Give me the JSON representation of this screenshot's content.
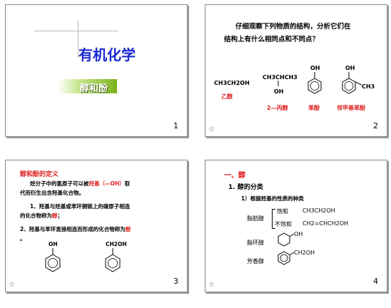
{
  "slides": [
    {
      "number": "1",
      "title": "有机化学",
      "subtitle": "醇和酚"
    },
    {
      "number": "2",
      "star": "☆",
      "question_line1": "仔细观察下列物质的结构，分析它们在",
      "question_line2": "结构上有什么相同点和不同点？",
      "compounds": [
        {
          "formula": "CH3CH2OH",
          "name": "乙醇"
        },
        {
          "formula": "CH3CHCH3",
          "substituent": "OH",
          "name": "2—丙醇"
        },
        {
          "substituent": "OH",
          "name": "苯酚"
        },
        {
          "substituent": "OH",
          "methyl": "CH3",
          "name": "邻甲基苯酚"
        }
      ]
    },
    {
      "number": "3",
      "star": "☆",
      "heading": "醇和酚的定义",
      "para1_prefix": "烃分子中的氢原子可以被",
      "para1_highlight": "羟基（—OH）",
      "para1_suffix": "取",
      "para1_line2": "代而衍生出含羟基化合物。",
      "item1_line1": "1、羟基与烃基或苯环侧链上的碳原子相连",
      "item1_line2_prefix": "的化合物称为",
      "item1_highlight": "醇",
      "item1_end": "；",
      "item2_prefix": "2、羟基与苯环直接相连而形成的化合物称为",
      "item2_highlight": "酚",
      "item2_end": "。",
      "struct1_label": "OH",
      "struct2_label": "CH2OH"
    },
    {
      "number": "4",
      "star": "☆",
      "section": "一、醇",
      "sub1": "1. 醇的分类",
      "sub2": "1）根据烃基的性质的种类",
      "group1": "脂肪醇",
      "saturated": "饱和",
      "saturated_formula": "CH3CH2OH",
      "unsaturated": "不饱和",
      "unsaturated_formula": "CH2=CHCH2OH",
      "group2": "脂环醇",
      "alicyclic_label": "OH",
      "group3": "芳香醇",
      "aromatic_label": "CH2OH"
    }
  ],
  "colors": {
    "title_blue": "#1a2ad0",
    "subtitle_green": "#7ab317",
    "red": "#e02020",
    "border": "#888888"
  }
}
